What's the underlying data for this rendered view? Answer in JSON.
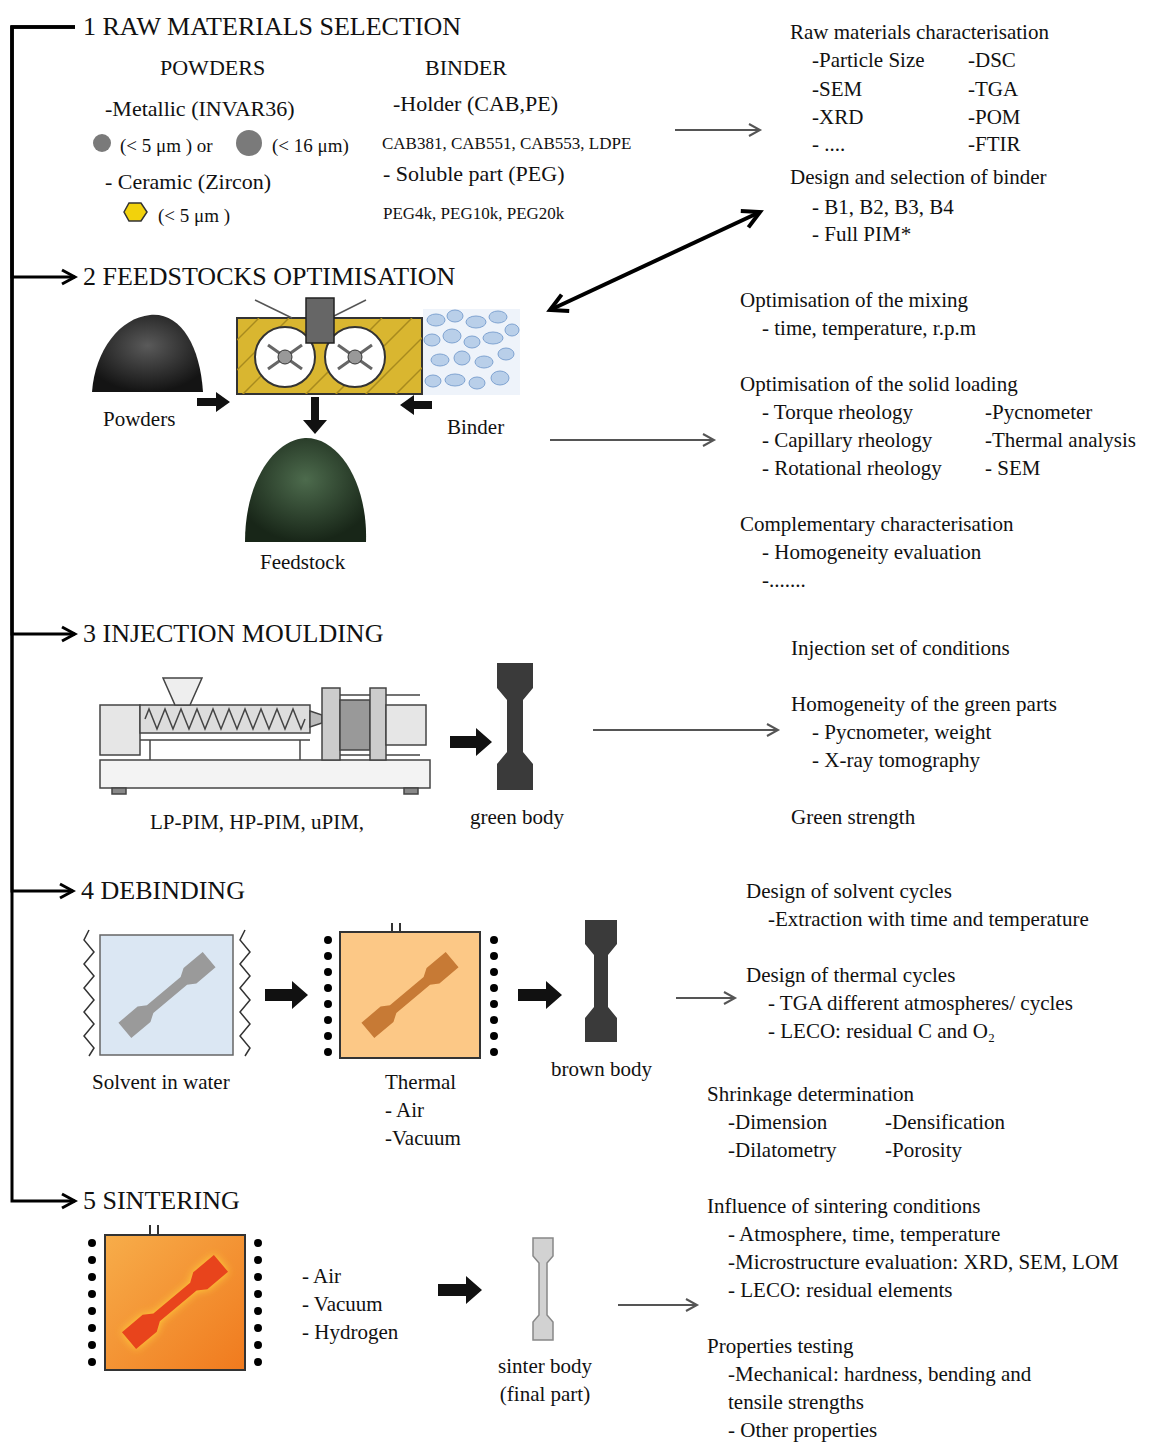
{
  "diagram": {
    "nodes": [
      {
        "text": [
          "1 RAW MATERIALS SELECTION",
          "POWDERS",
          "BINDER",
          "-Metallic (INVAR36)",
          "(< 5 μm ) or",
          "(< 16 μm)",
          "- Ceramic (Zircon)",
          "(< 5 μm )",
          "-Holder (CAB,PE)",
          "CAB381, CAB551, CAB553, LDPE",
          "- Soluble part (PEG)",
          "PEG4k, PEG10k, PEG20k"
        ]
      },
      {
        "text": [
          "Raw materials characterisation",
          "-Particle Size",
          "-SEM",
          "-XRD",
          "- ....",
          "-DSC",
          "-TGA",
          "-POM",
          "-FTIR",
          "Design and selection of binder",
          "- B1, B2, B3, B4",
          "- Full PIM*"
        ]
      },
      {
        "text": [
          "2 FEEDSTOCKS OPTIMISATION",
          "Powders",
          "Binder",
          "Feedstock"
        ]
      },
      {
        "text": [
          "Optimisation of the mixing",
          "- time, temperature, r.p.m",
          "Optimisation of the solid loading",
          "- Torque rheology",
          "- Capillary rheology",
          "- Rotational rheology",
          "-Pycnometer",
          "-Thermal analysis",
          "- SEM",
          "Complementary characterisation",
          "- Homogeneity evaluation",
          "-......."
        ]
      },
      {
        "text": [
          "3 INJECTION MOULDING",
          "LP-PIM, HP-PIM, uPIM,",
          "green body"
        ]
      },
      {
        "text": [
          "Injection set of conditions",
          "Homogeneity of the green parts",
          "- Pycnometer, weight",
          "- X-ray tomography",
          "Green strength"
        ]
      },
      {
        "text": [
          "4 DEBINDING",
          "Solvent in water",
          "Thermal",
          "- Air",
          "-Vacuum",
          "brown body"
        ]
      },
      {
        "text": [
          "Design of solvent cycles",
          "-Extraction with time and temperature",
          "Design of thermal cycles",
          "- TGA different atmospheres/ cycles",
          "- LECO: residual C and O₂"
        ]
      },
      {
        "text": [
          "5 SINTERING",
          "- Air",
          "- Vacuum",
          "- Hydrogen",
          "sinter body (final part)"
        ]
      },
      {
        "text": [
          "Shrinkage determination",
          "-Dimension",
          "-Densification",
          "-Dilatometry",
          "-Porosity",
          "Influence of sintering conditions",
          "- Atmosphere, time, temperature",
          "-Microstructure evaluation: XRD, SEM, LOM",
          "- LECO: residual elements",
          "Properties testing",
          "-Mechanical: hardness, bending and tensile strengths",
          "- Other properties"
        ]
      }
    ],
    "edges": [
      {
        "from": 0,
        "to": 1,
        "arrow": "to"
      },
      {
        "from": 1,
        "to": 2,
        "arrow": "both"
      },
      {
        "from": 2,
        "to": 3,
        "arrow": "to"
      },
      {
        "from": 4,
        "to": 5,
        "arrow": "to"
      },
      {
        "from": 6,
        "to": 7,
        "arrow": "to"
      },
      {
        "from": 8,
        "to": 9,
        "arrow": "to"
      },
      {
        "from": 0,
        "to": 2,
        "arrow": "to"
      },
      {
        "from": 0,
        "to": 4,
        "arrow": "to"
      },
      {
        "from": 0,
        "to": 6,
        "arrow": "to"
      },
      {
        "from": 0,
        "to": 8,
        "arrow": "to"
      }
    ]
  }
}
